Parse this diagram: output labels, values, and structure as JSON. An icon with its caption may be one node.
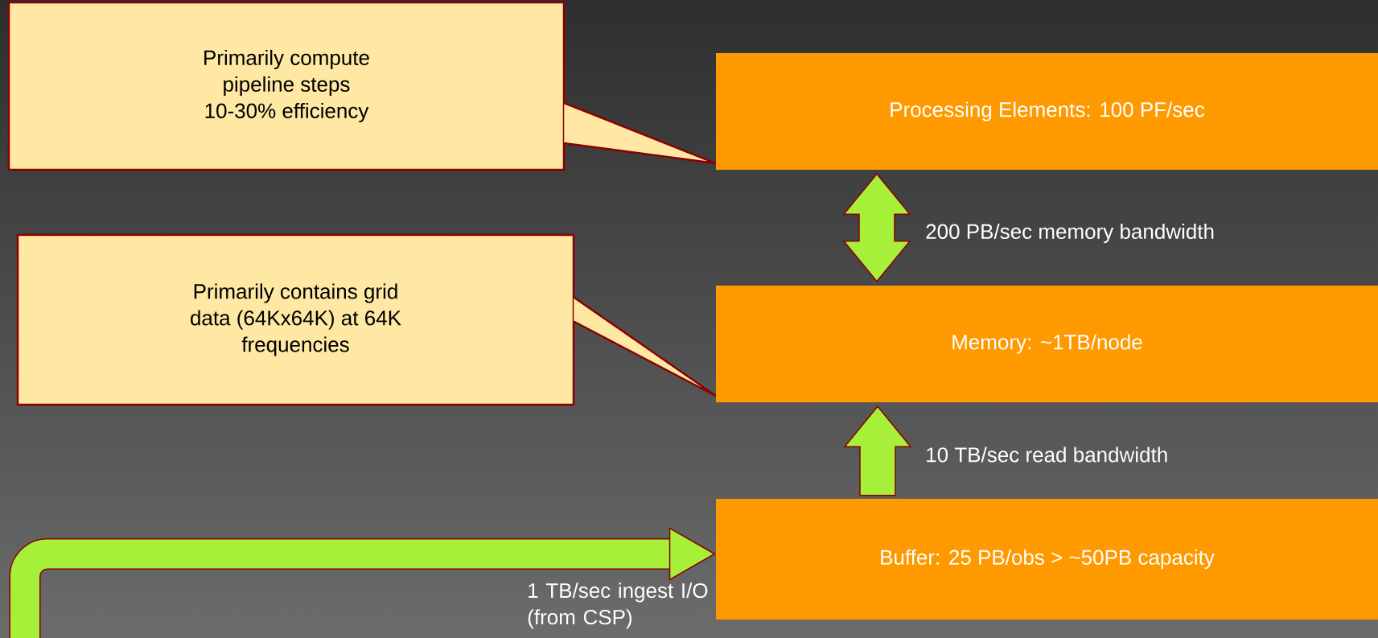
{
  "diagram": {
    "nodes": [
      {
        "text": [
          "Processing Elements: 100 PF/sec"
        ]
      },
      {
        "text": [
          "Memory: ~1TB/node"
        ]
      },
      {
        "text": [
          "Buffer: 25 PB/obs > ~50PB capacity"
        ]
      },
      {
        "text": [
          "Primarily compute pipeline steps 10-30% efficiency"
        ]
      },
      {
        "text": [
          "Primarily contains grid data (64Kx64K) at 64K frequencies"
        ]
      }
    ],
    "edges": [
      {
        "from": 1,
        "to": 0,
        "arrow": "both",
        "label": "200 PB/sec memory bandwidth"
      },
      {
        "from": 2,
        "to": 1,
        "arrow": "to",
        "label": "10 TB/sec read bandwidth"
      },
      {
        "from": null,
        "to": 2,
        "arrow": "to",
        "label": "1 TB/sec ingest I/O (from CSP)",
        "style": "thick",
        "color": "#a6f03a"
      },
      {
        "from": 3,
        "to": 0,
        "arrow": "none"
      },
      {
        "from": 4,
        "to": 1,
        "arrow": "none"
      }
    ]
  }
}
